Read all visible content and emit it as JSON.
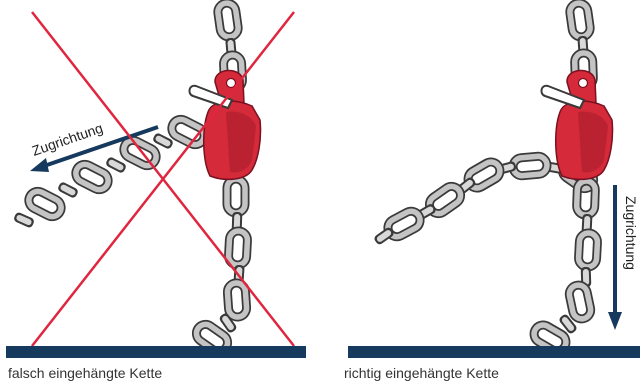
{
  "colors": {
    "chain": "#b9b9b9",
    "chain_outline": "#3a3a3a",
    "hook": "#d42a3a",
    "hook_dark": "#a01828",
    "ground": "#163a5e",
    "arrow": "#163a5e",
    "cross": "#e0263f"
  },
  "panels": [
    {
      "caption": "falsch eingehängte Kette",
      "direction_label": "Zugrichtung",
      "status": "wrong"
    },
    {
      "caption": "richtig eingehängte Kette",
      "direction_label": "Zugrichtung",
      "status": "correct"
    }
  ],
  "icons": [
    "chain-icon",
    "hook-icon",
    "cross-icon",
    "arrow-icon"
  ]
}
